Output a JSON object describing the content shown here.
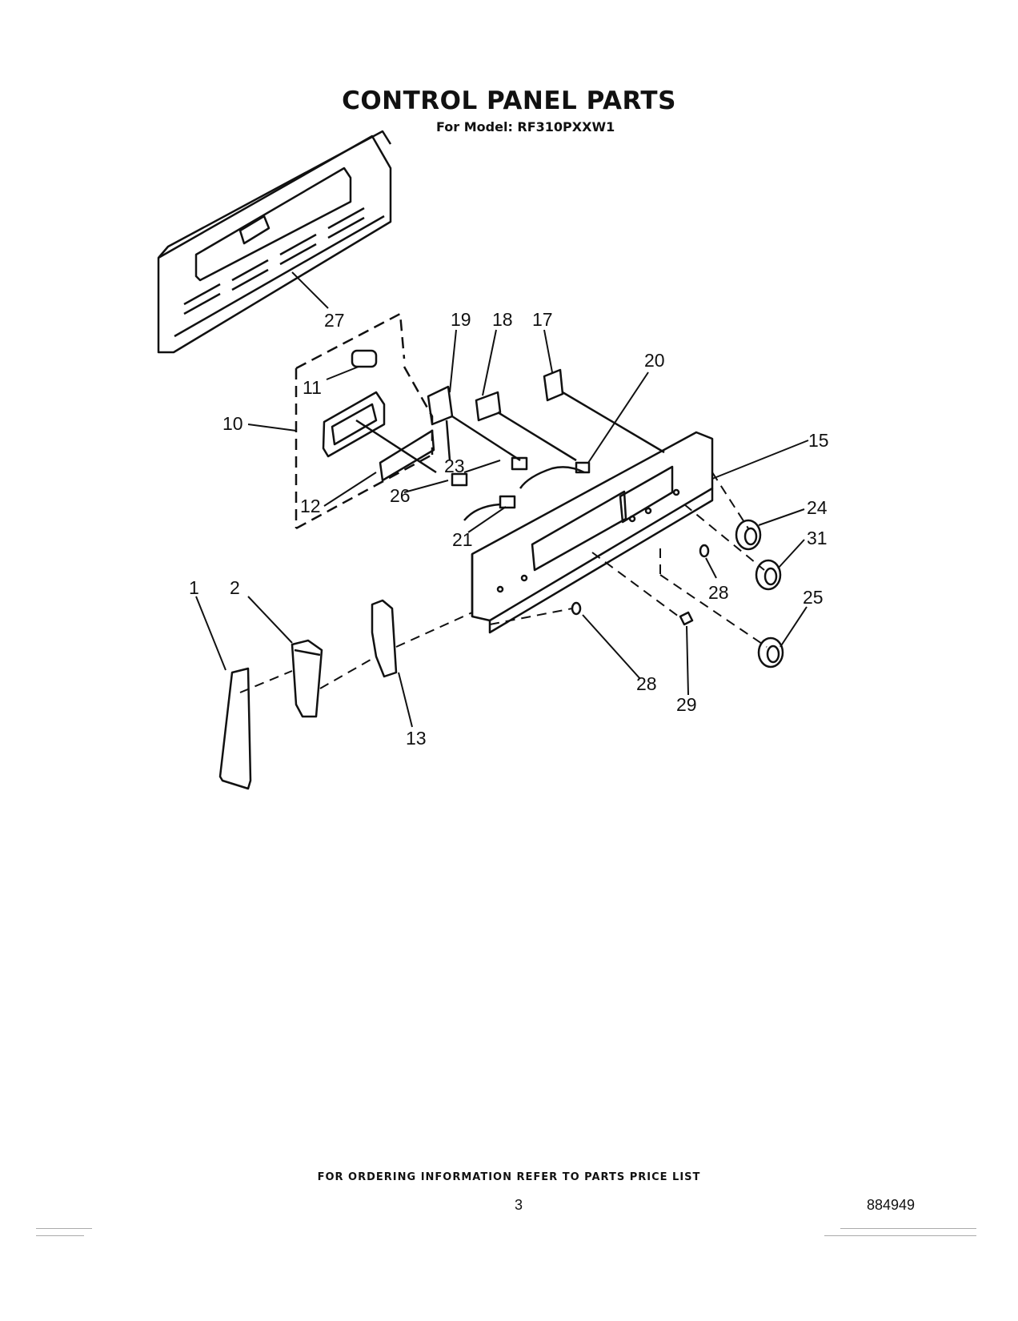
{
  "header": {
    "title": "CONTROL PANEL PARTS",
    "model_line": "For Model: RF310PXXW1"
  },
  "callouts": {
    "c1": "1",
    "c2": "2",
    "c10": "10",
    "c11": "11",
    "c12": "12",
    "c13": "13",
    "c15": "15",
    "c17": "17",
    "c18": "18",
    "c19": "19",
    "c20": "20",
    "c21": "21",
    "c23": "23",
    "c24": "24",
    "c25": "25",
    "c26": "26",
    "c27": "27",
    "c28a": "28",
    "c28b": "28",
    "c29": "29",
    "c31": "31"
  },
  "footer": {
    "ordering_note": "FOR ORDERING INFORMATION REFER TO PARTS PRICE LIST",
    "page_number": "3",
    "doc_number": "884949"
  }
}
